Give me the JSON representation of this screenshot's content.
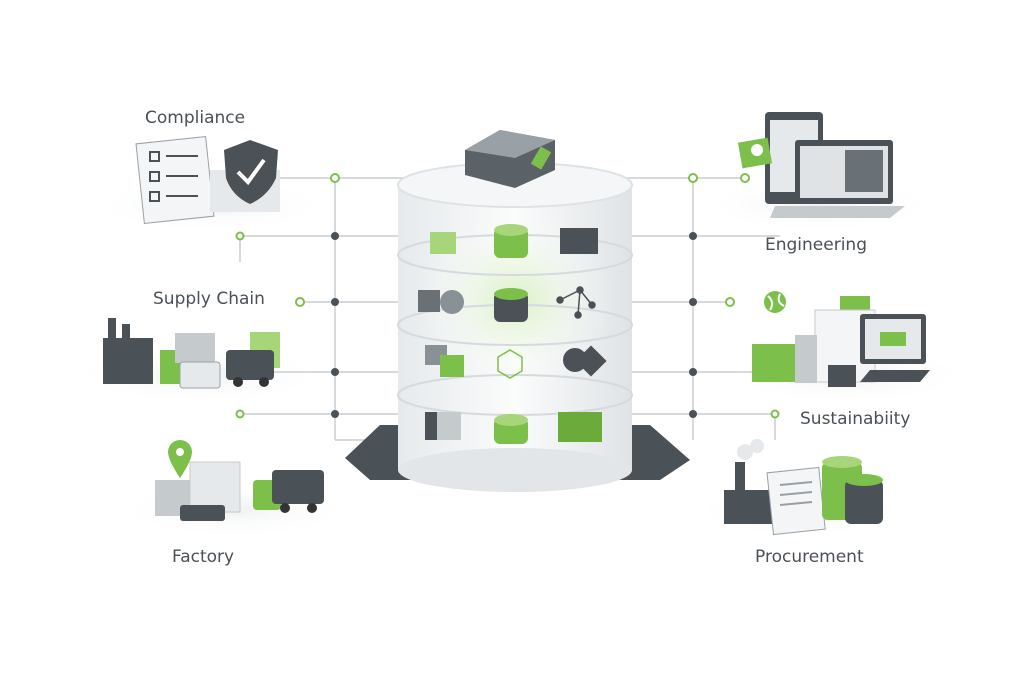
{
  "labels": {
    "compliance": "Compliance",
    "supply_chain": "Supply Chain",
    "factory": "Factory",
    "engineering": "Engineering",
    "sustainability": "Sustainabiity",
    "procurement": "Procurement"
  },
  "colors": {
    "accent_green": "#7cbf4a",
    "dark_gray": "#4a5157",
    "light_gray": "#e9ecee"
  },
  "icons": [
    "checklist-icon",
    "shield-check-icon",
    "factory-icon",
    "truck-icon",
    "map-pin-icon",
    "laptop-icon",
    "gear-icon",
    "monitor-icon",
    "globe-icon",
    "database-icon",
    "document-icon",
    "server-icon"
  ]
}
